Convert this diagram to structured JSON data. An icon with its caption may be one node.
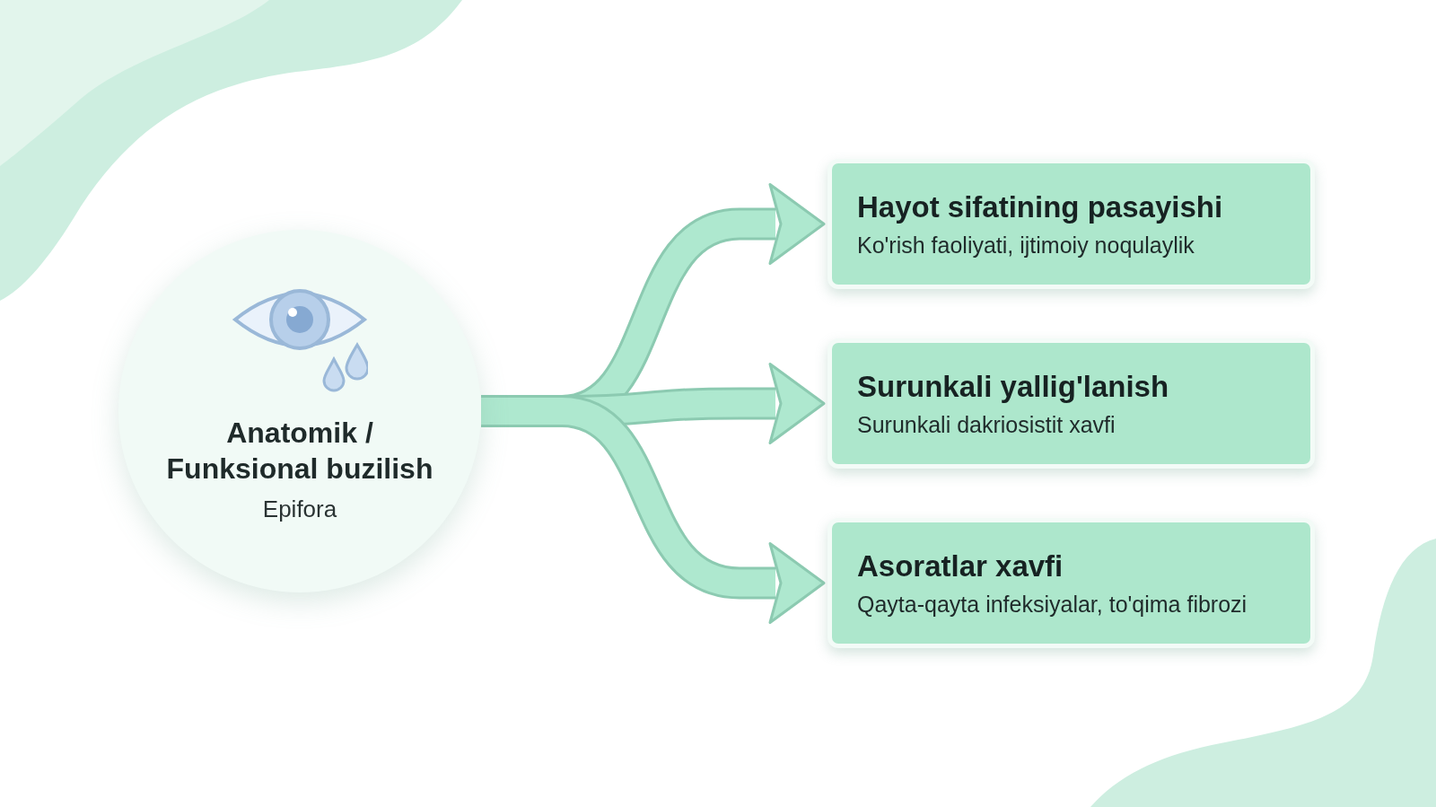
{
  "diagram": {
    "nodes": [
      {
        "text": [
          "Anatomik / Funksional buzilish",
          "Epifora"
        ]
      },
      {
        "text": [
          "Hayot sifatining pasayishi",
          "Ko'rish faoliyati, ijtimoiy noqulaylik"
        ]
      },
      {
        "text": [
          "Surunkali yallig'lanish",
          "Surunkali dakriosistit xavfi"
        ]
      },
      {
        "text": [
          "Asoratlar xavfi",
          "Qayta-qayta infeksiyalar, to'qima fibrozi"
        ]
      }
    ],
    "edges": [
      {
        "from": 0,
        "to": 1,
        "arrow": "to"
      },
      {
        "from": 0,
        "to": 2,
        "arrow": "to"
      },
      {
        "from": 0,
        "to": 3,
        "arrow": "to"
      }
    ]
  }
}
